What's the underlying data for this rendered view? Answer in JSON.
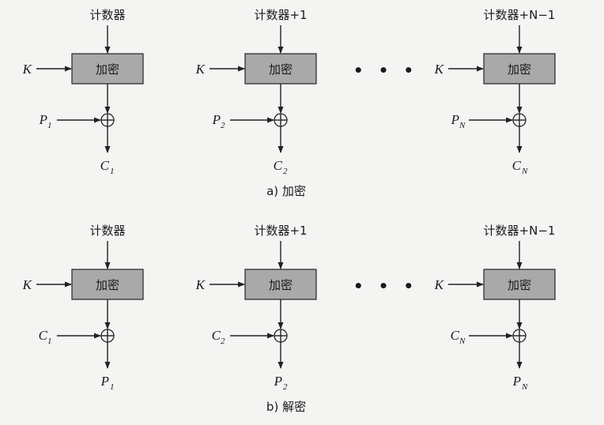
{
  "diagram": {
    "encrypt": {
      "caption": "a) 加密",
      "blocks": [
        {
          "counter": "计数器",
          "key": "K",
          "func": "加密",
          "in": "P",
          "in_sub": "1",
          "out": "C",
          "out_sub": "1"
        },
        {
          "counter": "计数器+1",
          "key": "K",
          "func": "加密",
          "in": "P",
          "in_sub": "2",
          "out": "C",
          "out_sub": "2"
        },
        {
          "counter": "计数器+N−1",
          "key": "K",
          "func": "加密",
          "in": "P",
          "in_sub": "N",
          "out": "C",
          "out_sub": "N"
        }
      ]
    },
    "decrypt": {
      "caption": "b) 解密",
      "blocks": [
        {
          "counter": "计数器",
          "key": "K",
          "func": "加密",
          "in": "C",
          "in_sub": "1",
          "out": "P",
          "out_sub": "1"
        },
        {
          "counter": "计数器+1",
          "key": "K",
          "func": "加密",
          "in": "C",
          "in_sub": "2",
          "out": "P",
          "out_sub": "2"
        },
        {
          "counter": "计数器+N−1",
          "key": "K",
          "func": "加密",
          "in": "C",
          "in_sub": "N",
          "out": "P",
          "out_sub": "N"
        }
      ]
    },
    "ellipsis": "• • •"
  }
}
